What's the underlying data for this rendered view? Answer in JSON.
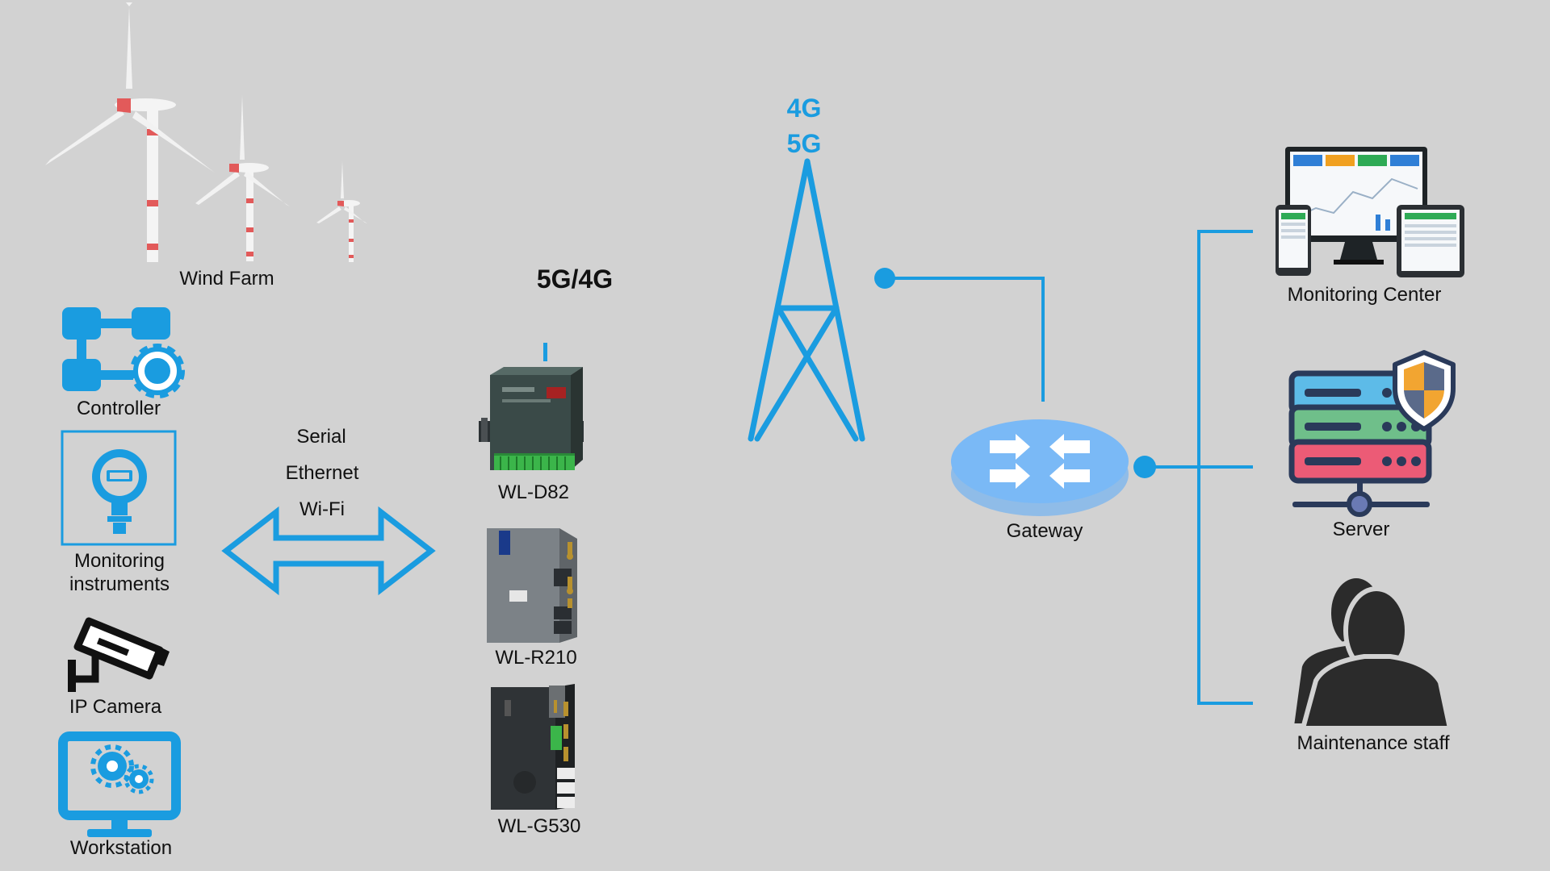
{
  "colors": {
    "background": "#d2d2d2",
    "accent_blue": "#1a9ce0",
    "text": "#111111"
  },
  "labels": {
    "wind_farm": "Wind Farm",
    "controller": "Controller",
    "monitoring_instruments": "Monitoring instruments",
    "ip_camera": "IP Camera",
    "workstation": "Workstation",
    "serial": "Serial",
    "ethernet": "Ethernet",
    "wifi": "Wi-Fi",
    "wl_d82": "WL-D82",
    "wl_r210": "WL-R210",
    "wl_g530": "WL-G530",
    "uplink": "5G/4G",
    "tower_4g": "4G",
    "tower_5g": "5G",
    "gateway": "Gateway",
    "monitoring_center": "Monitoring Center",
    "server": "Server",
    "maintenance_staff": "Maintenance staff"
  },
  "icons": [
    "wind-turbine-icon",
    "controller-icon",
    "pressure-gauge-icon",
    "ip-camera-icon",
    "workstation-monitor-icon",
    "double-arrow-icon",
    "router-device-icon",
    "cell-tower-icon",
    "gateway-switch-icon",
    "dashboard-devices-icon",
    "server-rack-icon",
    "shield-icon",
    "people-icon"
  ]
}
